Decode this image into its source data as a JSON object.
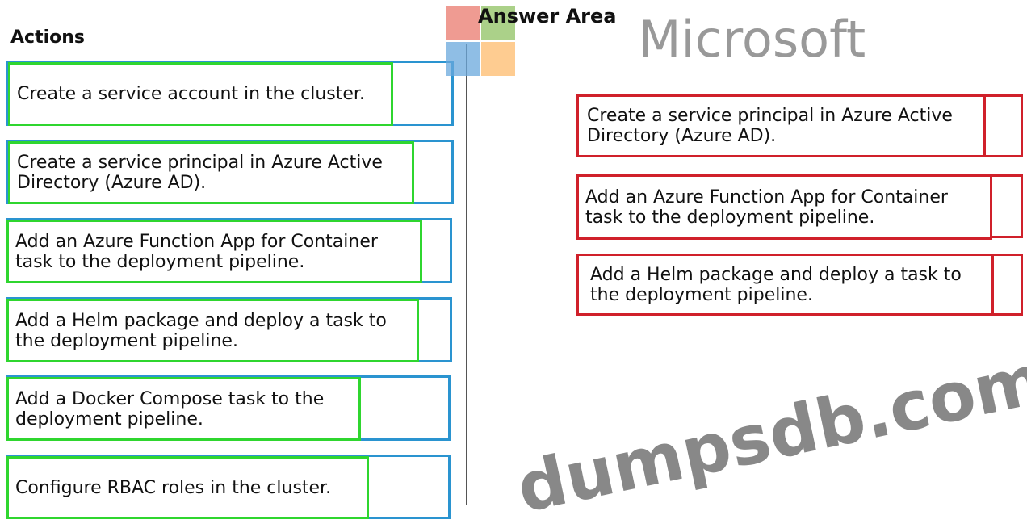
{
  "actions_title": "Actions",
  "answer_title": "Answer Area",
  "logo_text": "Microsoft",
  "watermark": "dumpsdb.com",
  "actions": [
    "Create a service account in the cluster.",
    "Create a service principal in Azure Active Directory (Azure AD).",
    "Add an Azure Function App for Container task to the deployment pipeline.",
    "Add a Helm package and deploy a task to the deployment pipeline.",
    "Add a Docker Compose task to the deployment pipeline.",
    "Configure RBAC roles in the cluster."
  ],
  "answers": [
    "Create a service principal in Azure Active Directory (Azure AD).",
    "Add an Azure Function App for Container task to the deployment pipeline.",
    "Add a Helm package and deploy a task to the deployment pipeline."
  ]
}
